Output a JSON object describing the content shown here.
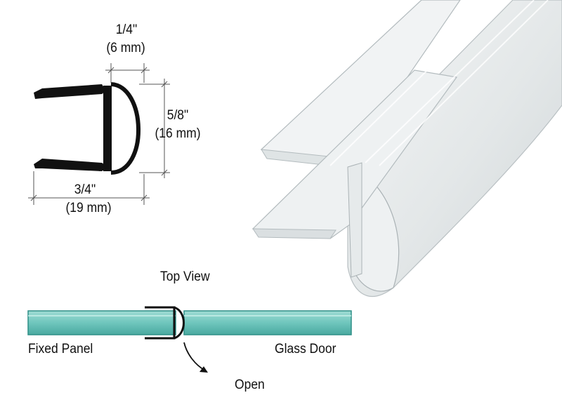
{
  "profile_dimensions": {
    "width_top": {
      "imperial": "1/4\"",
      "metric": "(6 mm)"
    },
    "height": {
      "imperial": "5/8\"",
      "metric": "(16 mm)"
    },
    "width_bottom": {
      "imperial": "3/4\"",
      "metric": "(19 mm)"
    }
  },
  "top_view": {
    "title": "Top View",
    "left_label": "Fixed Panel",
    "right_label": "Glass Door",
    "action_label": "Open"
  },
  "colors": {
    "glass": "#6fc6bd",
    "glass_dark": "#2f8f87",
    "profile": "#111111",
    "seal": "#e4e7e8"
  }
}
